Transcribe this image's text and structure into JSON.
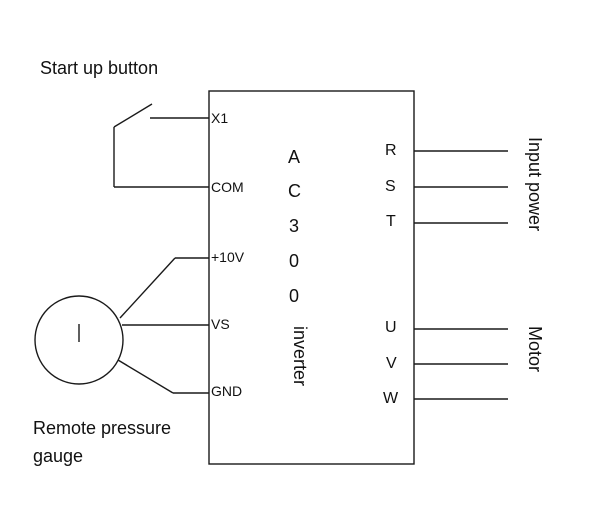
{
  "labels": {
    "start_button": "Start up button",
    "remote_gauge_line1": "Remote pressure",
    "remote_gauge_line2": "gauge",
    "input_power": "Input power",
    "motor": "Motor",
    "inverter_word": "inverter"
  },
  "inverter_model_chars": [
    "A",
    "C",
    "3",
    "0",
    "0"
  ],
  "left_terminals": {
    "x1": "X1",
    "com": "COM",
    "plus10v": "+10V",
    "vs": "VS",
    "gnd": "GND"
  },
  "right_terminals": {
    "r": "R",
    "s": "S",
    "t": "T",
    "u": "U",
    "v": "V",
    "w": "W"
  },
  "colors": {
    "line": "#1a1a1a",
    "text": "#111111",
    "background": "#ffffff"
  }
}
